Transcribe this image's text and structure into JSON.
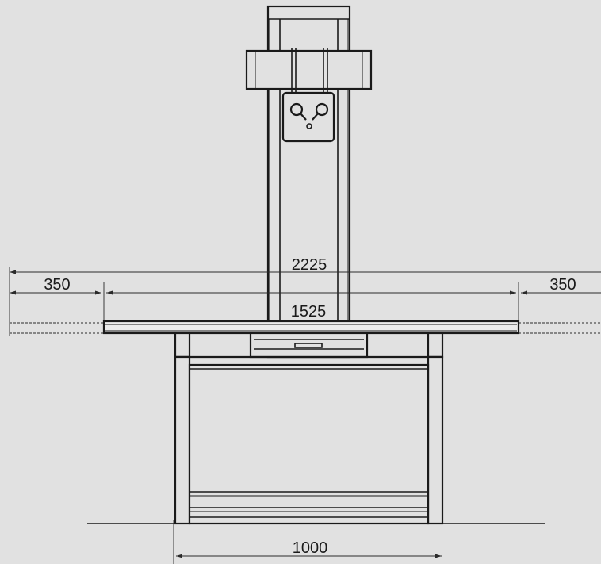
{
  "dimensions": {
    "total_width": "2225",
    "left_extension": "350",
    "right_extension": "350",
    "table_top_width": "1525",
    "base_width": "1000"
  },
  "colors": {
    "background": "#e1e1e1",
    "line": "#1a1a1a"
  },
  "icons": {
    "control_panel": "control-knobs-icon"
  }
}
